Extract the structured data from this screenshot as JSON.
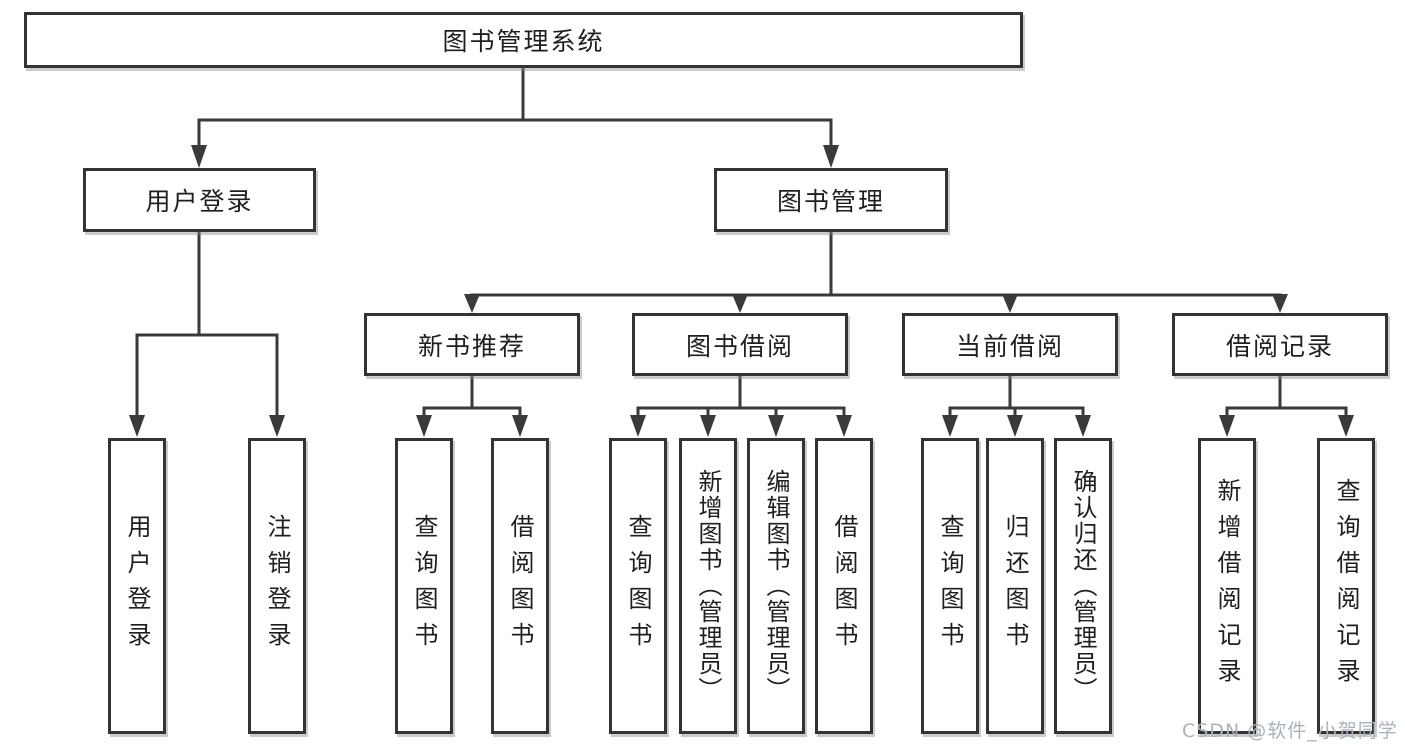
{
  "diagram": {
    "root": {
      "label": "图书管理系统"
    },
    "branches": [
      {
        "label": "用户登录",
        "children": [
          {
            "label": "用户登录"
          },
          {
            "label": "注销登录"
          }
        ]
      },
      {
        "label": "图书管理",
        "children": [
          {
            "label": "新书推荐",
            "children": [
              {
                "label": "查询图书"
              },
              {
                "label": "借阅图书"
              }
            ]
          },
          {
            "label": "图书借阅",
            "children": [
              {
                "label": "查询图书"
              },
              {
                "label": "新增图书（管理员）"
              },
              {
                "label": "编辑图书（管理员）"
              },
              {
                "label": "借阅图书"
              }
            ]
          },
          {
            "label": "当前借阅",
            "children": [
              {
                "label": "查询图书"
              },
              {
                "label": "归还图书"
              },
              {
                "label": "确认归还（管理员）"
              }
            ]
          },
          {
            "label": "借阅记录",
            "children": [
              {
                "label": "新增借阅记录"
              },
              {
                "label": "查询借阅记录"
              }
            ]
          }
        ]
      }
    ]
  },
  "watermark": {
    "text": "CSDN @软件_小贺同学",
    "color": "#a9b3bd"
  },
  "colors": {
    "line": "#3a3a3a",
    "box_border": "#333333",
    "text": "#1f1f1f",
    "background": "#ffffff",
    "shadow": "#8c8c8c"
  }
}
